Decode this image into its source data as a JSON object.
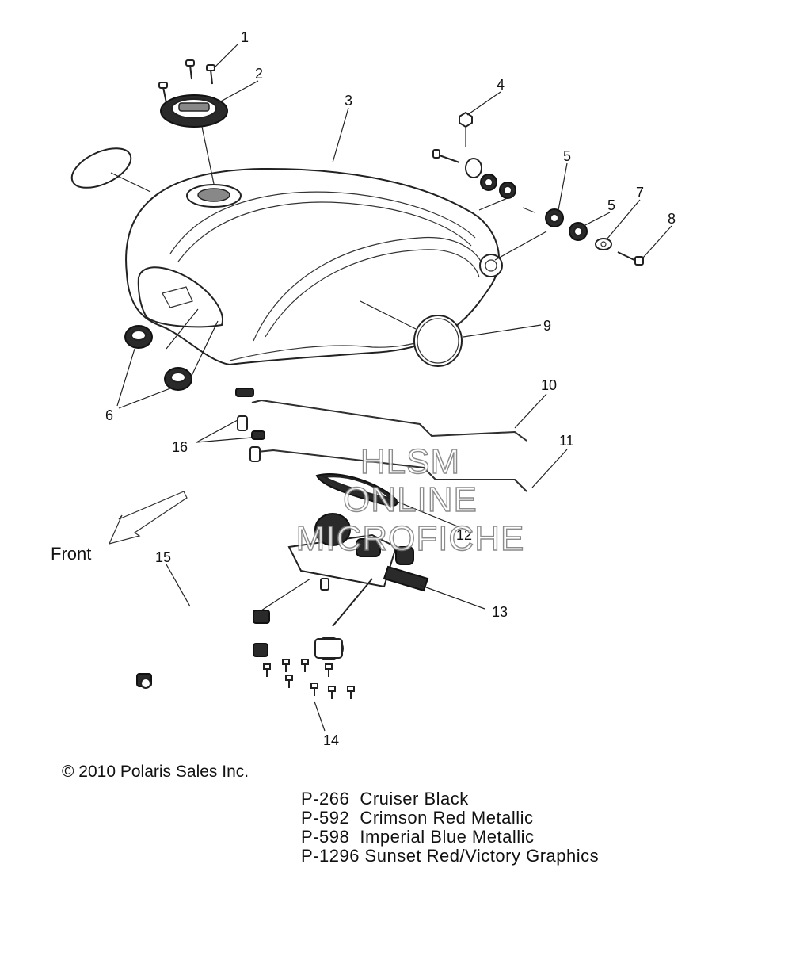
{
  "diagram": {
    "callouts": [
      {
        "id": "1",
        "label": "1"
      },
      {
        "id": "2",
        "label": "2"
      },
      {
        "id": "3",
        "label": "3"
      },
      {
        "id": "4",
        "label": "4"
      },
      {
        "id": "5a",
        "label": "5"
      },
      {
        "id": "5b",
        "label": "5"
      },
      {
        "id": "6",
        "label": "6"
      },
      {
        "id": "7",
        "label": "7"
      },
      {
        "id": "8",
        "label": "8"
      },
      {
        "id": "9",
        "label": "9"
      },
      {
        "id": "10",
        "label": "10"
      },
      {
        "id": "11",
        "label": "11"
      },
      {
        "id": "12",
        "label": "12"
      },
      {
        "id": "13",
        "label": "13"
      },
      {
        "id": "14",
        "label": "14"
      },
      {
        "id": "15",
        "label": "15"
      },
      {
        "id": "16",
        "label": "16"
      }
    ],
    "direction_label": "Front",
    "watermark": [
      "HLSM",
      "ONLINE",
      "MICROFICHE"
    ],
    "copyright": "© 2010 Polaris Sales Inc.",
    "color_codes": [
      "P-266  Cruiser Black",
      "P-592  Crimson Red Metallic",
      "P-598  Imperial Blue Metallic",
      "P-1296 Sunset Red/Victory Graphics"
    ]
  }
}
